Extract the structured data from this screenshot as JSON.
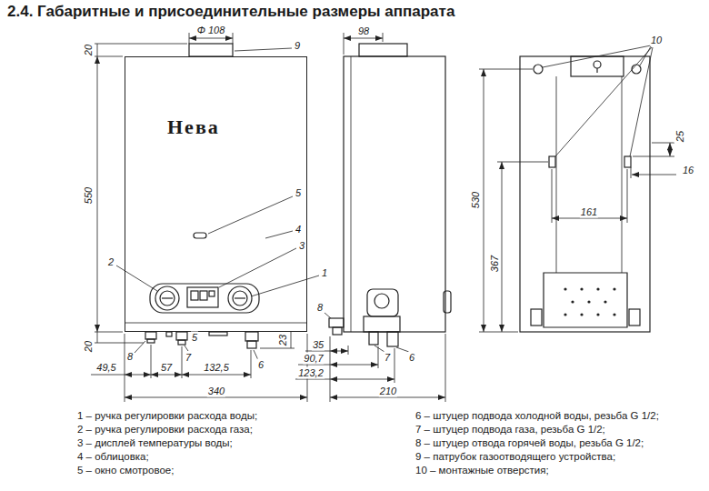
{
  "diagram": {
    "title": "2.4. Габаритные и присоединительные размеры аппарата",
    "nodes": [
      {
        "text": [
          "Нева"
        ]
      }
    ],
    "labels": [
      "Φ 108",
      "9",
      "20",
      "550",
      "5",
      "4",
      "3",
      "2",
      "1",
      "5",
      "20",
      "23",
      "8",
      "7",
      "6",
      "49,5",
      "57",
      "132,5",
      "340",
      "98",
      "8",
      "35",
      "90,7",
      "123,2",
      "7",
      "6",
      "210",
      "10",
      "25",
      "16",
      "161",
      "530",
      "367",
      "1 – ручка регулировки расхода воды;",
      "2 – ручка регулировки расхода газа;",
      "3 – дисплей температуры воды;",
      "4 – облицовка;",
      "5 – окно смотровое;",
      "6 – штуцер подвода холодной воды, резьба G 1/2;",
      "7 – штуцер подвода газа, резьба G 1/2;",
      "8 – штуцер отвода горячей воды, резьба G 1/2;",
      "9 – патрубок газоотводящего устройства;",
      "10 – монтажные отверстия;"
    ]
  }
}
